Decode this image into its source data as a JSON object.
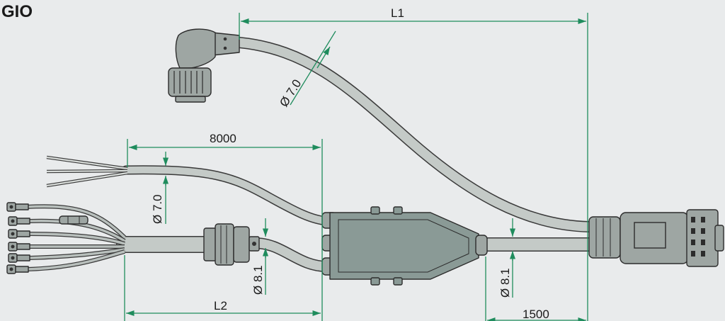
{
  "title": "GIO",
  "dimensions": {
    "l1": "L1",
    "l2": "L2",
    "len_8000": "8000",
    "len_1500": "1500",
    "dia_top": "Ø 7.0",
    "dia_left": "Ø 7.0",
    "dia_mid": "Ø 8.1",
    "dia_right": "Ø 8.1"
  },
  "colors": {
    "background": "#e9ebec",
    "cable": "#c4cac7",
    "housing": "#8a9a96",
    "connector": "#9ea6a3",
    "dimension_line": "#1f8c5d",
    "outline": "#2c2c2c"
  },
  "icons": {
    "angled_connector": "m12-angled-connector-icon",
    "plug": "multi-pin-plug-icon",
    "splitter": "y-splitter-housing-icon",
    "ring_terminal": "ring-terminal-icon"
  }
}
